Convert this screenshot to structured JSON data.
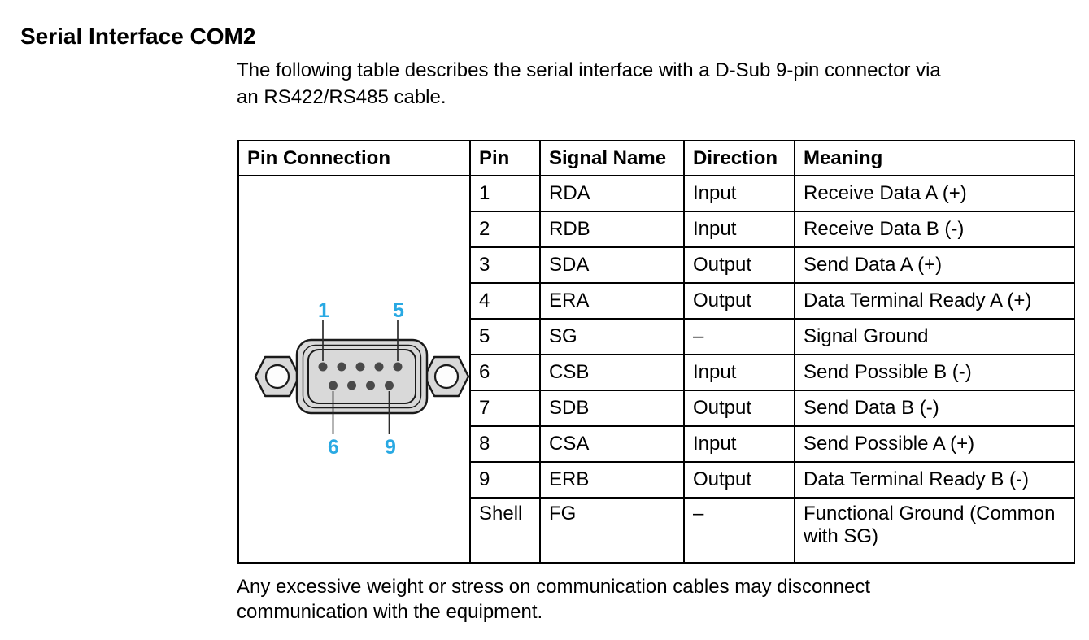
{
  "page": {
    "title": "Serial Interface COM2",
    "intro_line1": "The following table describes the serial interface with a D-Sub 9-pin connector via",
    "intro_line2": "an RS422/RS485 cable.",
    "footer_line1": "Any excessive weight or stress on communication cables may disconnect",
    "footer_line2": "communication with the equipment."
  },
  "table": {
    "headers": {
      "pin_connection": "Pin Connection",
      "pin": "Pin",
      "signal_name": "Signal Name",
      "direction": "Direction",
      "meaning": "Meaning"
    },
    "rows": [
      {
        "pin": "1",
        "signal": "RDA",
        "direction": "Input",
        "meaning": "Receive Data A (+)"
      },
      {
        "pin": "2",
        "signal": "RDB",
        "direction": "Input",
        "meaning": "Receive Data B (-)"
      },
      {
        "pin": "3",
        "signal": "SDA",
        "direction": "Output",
        "meaning": "Send Data A (+)"
      },
      {
        "pin": "4",
        "signal": "ERA",
        "direction": "Output",
        "meaning": "Data Terminal Ready A (+)"
      },
      {
        "pin": "5",
        "signal": "SG",
        "direction": "–",
        "meaning": "Signal Ground"
      },
      {
        "pin": "6",
        "signal": "CSB",
        "direction": "Input",
        "meaning": "Send Possible B (-)"
      },
      {
        "pin": "7",
        "signal": "SDB",
        "direction": "Output",
        "meaning": "Send Data B (-)"
      },
      {
        "pin": "8",
        "signal": "CSA",
        "direction": "Input",
        "meaning": "Send Possible A (+)"
      },
      {
        "pin": "9",
        "signal": "ERB",
        "direction": "Output",
        "meaning": "Data Terminal Ready B (-)"
      },
      {
        "pin": "Shell",
        "signal": "FG",
        "direction": "–",
        "meaning": "Functional Ground (Common\nwith SG)"
      }
    ]
  },
  "connector": {
    "labels": {
      "pin1": "1",
      "pin5": "5",
      "pin6": "6",
      "pin9": "9"
    },
    "label_color": "#29A9E3",
    "body_color": "#D9D9D9",
    "outline_color": "#1A1A1A",
    "pin_color": "#4A4A4A",
    "hole_color": "#FDFDFD"
  }
}
